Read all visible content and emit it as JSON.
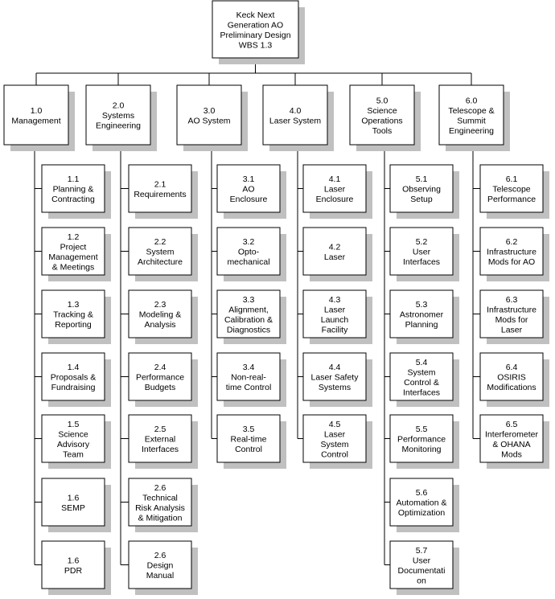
{
  "root": {
    "lines": [
      "Keck Next",
      "Generation AO",
      "Preliminary Design",
      "WBS 1.3"
    ]
  },
  "columns": [
    {
      "lines": [
        "1.0",
        "Management"
      ],
      "children": [
        {
          "lines": [
            "1.1",
            "Planning &",
            "Contracting"
          ]
        },
        {
          "lines": [
            "1.2",
            "Project",
            "Management",
            "& Meetings"
          ]
        },
        {
          "lines": [
            "1.3",
            "Tracking &",
            "Reporting"
          ]
        },
        {
          "lines": [
            "1.4",
            "Proposals &",
            "Fundraising"
          ]
        },
        {
          "lines": [
            "1.5",
            "Science",
            "Advisory",
            "Team"
          ]
        },
        {
          "lines": [
            "1.6",
            "SEMP"
          ]
        },
        {
          "lines": [
            "1.6",
            "PDR"
          ]
        }
      ]
    },
    {
      "lines": [
        "2.0",
        "Systems",
        "Engineering"
      ],
      "children": [
        {
          "lines": [
            "2.1",
            "Requirements"
          ]
        },
        {
          "lines": [
            "2.2",
            "System",
            "Architecture"
          ]
        },
        {
          "lines": [
            "2.3",
            "Modeling &",
            "Analysis"
          ]
        },
        {
          "lines": [
            "2.4",
            "Performance",
            "Budgets"
          ]
        },
        {
          "lines": [
            "2.5",
            "External",
            "Interfaces"
          ]
        },
        {
          "lines": [
            "2.6",
            "Technical",
            "Risk Analysis",
            "& Mitigation"
          ]
        },
        {
          "lines": [
            "2.6",
            "Design",
            "Manual"
          ]
        }
      ]
    },
    {
      "lines": [
        "3.0",
        "AO System"
      ],
      "children": [
        {
          "lines": [
            "3.1",
            "AO",
            "Enclosure"
          ]
        },
        {
          "lines": [
            "3.2",
            "Opto-",
            "mechanical"
          ]
        },
        {
          "lines": [
            "3.3",
            "Alignment,",
            "Calibration &",
            "Diagnostics"
          ]
        },
        {
          "lines": [
            "3.4",
            "Non-real-",
            "time Control"
          ]
        },
        {
          "lines": [
            "3.5",
            "Real-time",
            "Control"
          ]
        }
      ]
    },
    {
      "lines": [
        "4.0",
        "Laser System"
      ],
      "children": [
        {
          "lines": [
            "4.1",
            "Laser",
            "Enclosure"
          ]
        },
        {
          "lines": [
            "4.2",
            "Laser"
          ]
        },
        {
          "lines": [
            "4.3",
            "Laser",
            "Launch",
            "Facility"
          ]
        },
        {
          "lines": [
            "4.4",
            "Laser Safety",
            "Systems"
          ]
        },
        {
          "lines": [
            "4.5",
            "Laser",
            "System",
            "Control"
          ]
        }
      ]
    },
    {
      "lines": [
        "5.0",
        "Science",
        "Operations",
        "Tools"
      ],
      "children": [
        {
          "lines": [
            "5.1",
            "Observing",
            "Setup"
          ]
        },
        {
          "lines": [
            "5.2",
            "User",
            "Interfaces"
          ]
        },
        {
          "lines": [
            "5.3",
            "Astronomer",
            "Planning"
          ]
        },
        {
          "lines": [
            "5.4",
            "System",
            "Control &",
            "Interfaces"
          ]
        },
        {
          "lines": [
            "5.5",
            "Performance",
            "Monitoring"
          ]
        },
        {
          "lines": [
            "5.6",
            "Automation &",
            "Optimization"
          ]
        },
        {
          "lines": [
            "5.7",
            "User",
            "Documentati",
            "on"
          ]
        }
      ]
    },
    {
      "lines": [
        "6.0",
        "Telescope &",
        "Summit",
        "Engineering"
      ],
      "children": [
        {
          "lines": [
            "6.1",
            "Telescope",
            "Performance"
          ]
        },
        {
          "lines": [
            "6.2",
            "Infrastructure",
            "Mods for AO"
          ]
        },
        {
          "lines": [
            "6.3",
            "Infrastructure",
            "Mods for",
            "Laser"
          ]
        },
        {
          "lines": [
            "6.4",
            "OSIRIS",
            "Modifications"
          ]
        },
        {
          "lines": [
            "6.5",
            "Interferometer",
            "& OHANA",
            "Mods"
          ]
        }
      ]
    }
  ]
}
